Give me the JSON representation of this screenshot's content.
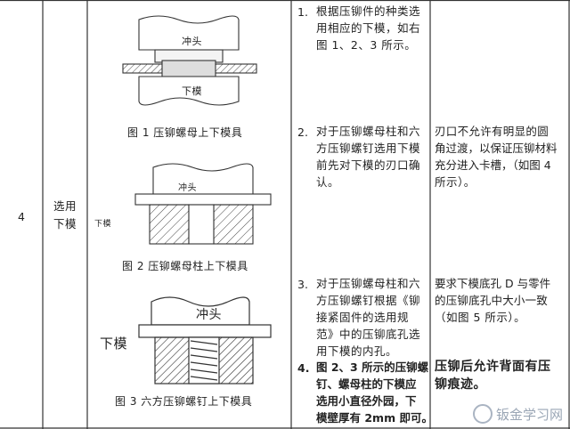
{
  "row_number": "4",
  "row_label_line1": "选用",
  "row_label_line2": "下模",
  "figures": {
    "fig1": {
      "caption": "图 1   压铆螺母上下模具",
      "punch": "冲头",
      "die": "下模"
    },
    "fig2": {
      "caption": "图 2   压铆螺母柱上下模具",
      "punch": "冲头",
      "die": "下模"
    },
    "fig3": {
      "caption": "图 3    六方压铆螺钉上下模具",
      "punch": "冲头",
      "die": "下模"
    }
  },
  "items": [
    {
      "num": "1.",
      "lines": [
        "根据压铆件的种类选",
        "用相应的下模，如右",
        "图 1、2、3 所示。"
      ]
    },
    {
      "num": "2.",
      "lines": [
        "对于压铆螺母柱和六",
        "方压铆螺钉选用下模",
        "前先对下模的刃口确",
        "认。"
      ]
    },
    {
      "num": "3.",
      "lines": [
        "对于压铆螺母柱和六",
        "方压铆螺钉根据《铆",
        "接紧固件的选用规",
        "范》中的压铆底孔选",
        "用下模的内孔。"
      ]
    },
    {
      "num": "4.",
      "lines": [
        "图 2、3 所示的压铆螺",
        "钉、螺母柱的下模应",
        "选用小直径外园，下",
        "模壁厚有 2mm 即可。"
      ]
    }
  ],
  "notes": [
    {
      "lines": [
        "刃口不允许有明显的圆",
        "角过渡，以保证压铆材料",
        "充分进入卡槽，（如图 4",
        "所示）。"
      ]
    },
    {
      "lines": [
        "要求下模底孔 D 与零件",
        "的压铆底孔中大小一致",
        "（如图 5 所示）。"
      ]
    },
    {
      "lines": [
        "压铆后允许背面有压",
        "铆痕迹。"
      ]
    }
  ],
  "watermark": "钣金学习网"
}
